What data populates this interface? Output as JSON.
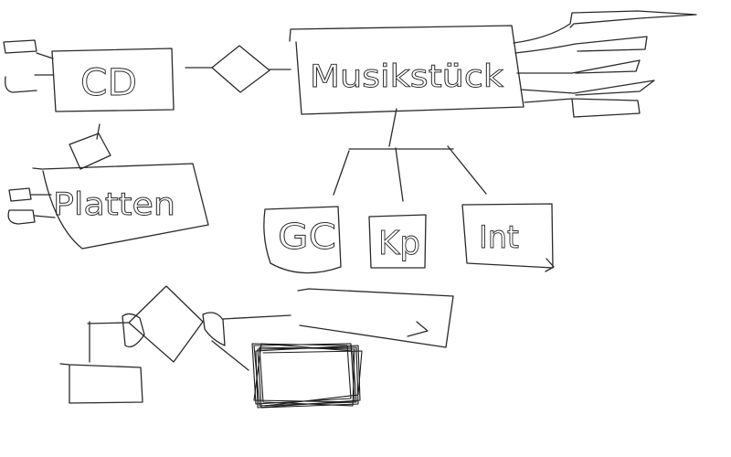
{
  "diagram": {
    "entities": {
      "cd": "CD",
      "musikstueck": "Musikstück",
      "platten": "Platten",
      "gc": "GC",
      "kp": "Kp",
      "int": "Int"
    }
  }
}
